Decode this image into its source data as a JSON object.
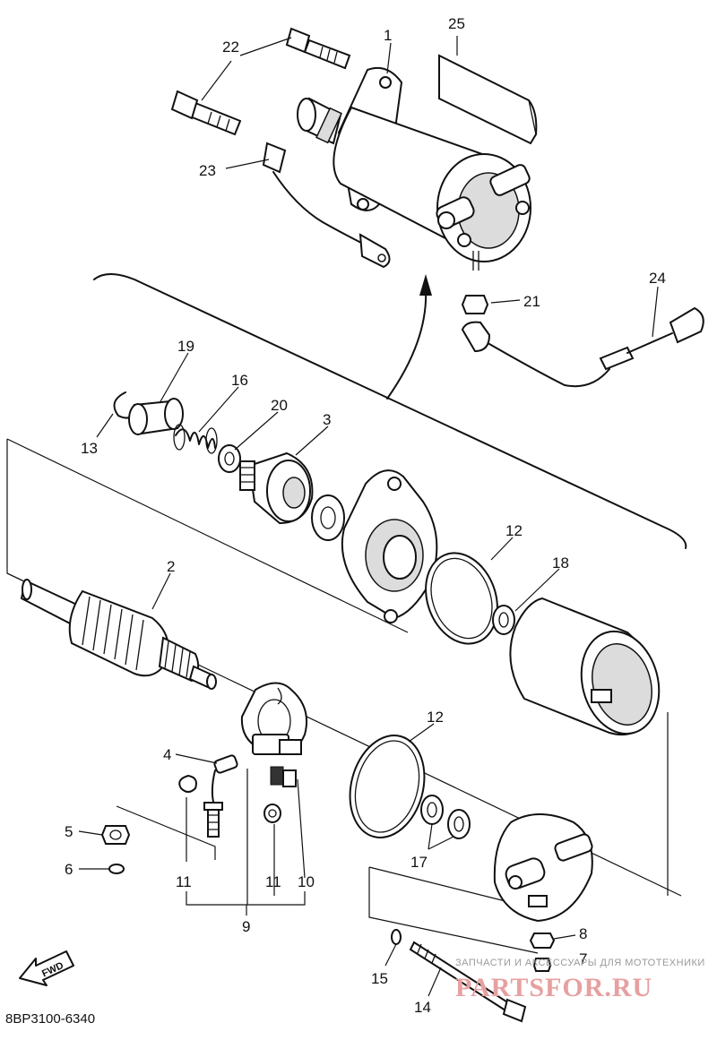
{
  "diagram_code": "8BP3100-6340",
  "direction_label": "FWD",
  "watermark": {
    "tagline": "ЗАПЧАСТИ И АКСЕССУАРЫ ДЛЯ МОТОТЕХНИКИ",
    "brand": "PARTSFOR.RU"
  },
  "callouts": {
    "c1": "1",
    "c2": "2",
    "c3": "3",
    "c4": "4",
    "c5": "5",
    "c6": "6",
    "c7": "7",
    "c8": "8",
    "c9": "9",
    "c10": "10",
    "c11a": "11",
    "c11b": "11",
    "c12a": "12",
    "c12b": "12",
    "c13": "13",
    "c14": "14",
    "c15": "15",
    "c16": "16",
    "c17": "17",
    "c18": "18",
    "c19": "19",
    "c20": "20",
    "c21": "21",
    "c22": "22",
    "c23": "23",
    "c24": "24",
    "c25": "25"
  }
}
